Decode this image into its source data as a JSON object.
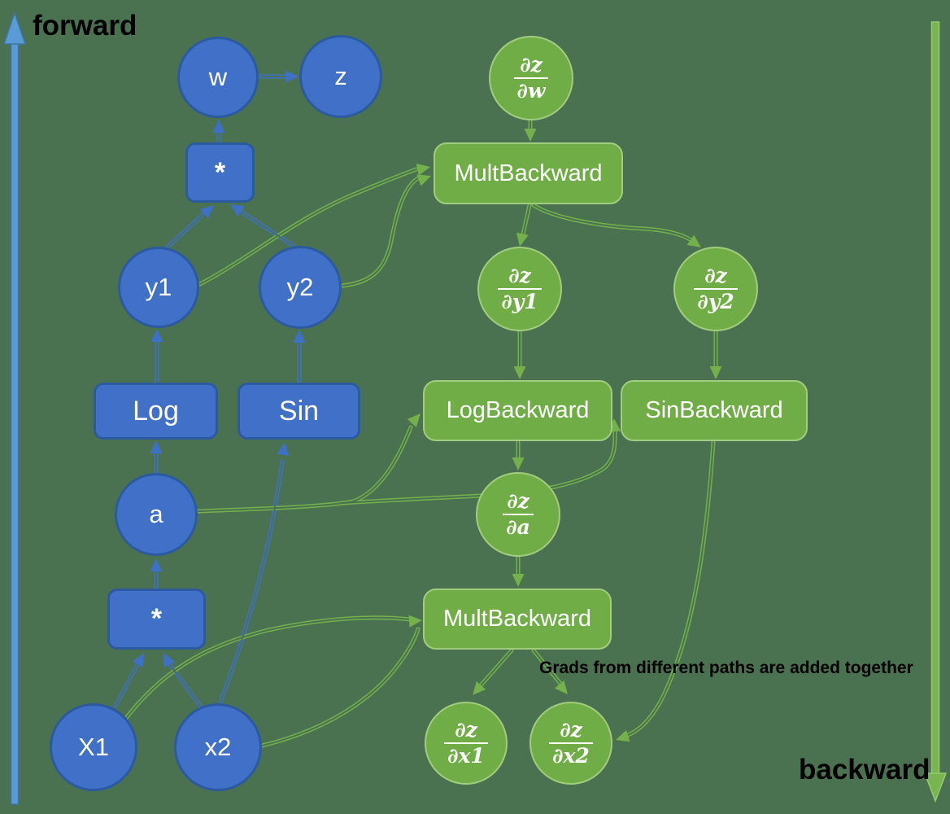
{
  "colors": {
    "background": "#4b7250",
    "blueFill": "#4070c8",
    "blueStroke": "#2c5aa0",
    "blueEdge": "#3e70c8",
    "greenFill": "#70ad47",
    "greenStroke": "#a0cd7e",
    "greenEdge": "#74b14c",
    "fwdArrow": "#5b9bd5",
    "fwdArrowStroke": "#3d74a8",
    "bwdArrow": "#78b44f",
    "bwdArrowStroke": "#95c973"
  },
  "labels": {
    "forward": "forward",
    "backward": "backward",
    "annotation": "Grads from different paths are added together"
  },
  "nodes": [
    {
      "id": "w",
      "shape": "circle",
      "color": "blue",
      "label": "w"
    },
    {
      "id": "z",
      "shape": "circle",
      "color": "blue",
      "label": "z"
    },
    {
      "id": "mult_top",
      "shape": "box",
      "color": "blue",
      "label": "*"
    },
    {
      "id": "y1",
      "shape": "circle",
      "color": "blue",
      "label": "y1"
    },
    {
      "id": "y2",
      "shape": "circle",
      "color": "blue",
      "label": "y2"
    },
    {
      "id": "log",
      "shape": "box",
      "color": "blue",
      "label": "Log"
    },
    {
      "id": "sin",
      "shape": "box",
      "color": "blue",
      "label": "Sin"
    },
    {
      "id": "a",
      "shape": "circle",
      "color": "blue",
      "label": "a"
    },
    {
      "id": "mult_bottom",
      "shape": "box",
      "color": "blue",
      "label": "*"
    },
    {
      "id": "X1",
      "shape": "circle",
      "color": "blue",
      "label": "X1"
    },
    {
      "id": "x2",
      "shape": "circle",
      "color": "blue",
      "label": "x2"
    },
    {
      "id": "dzdw",
      "shape": "circle",
      "color": "green",
      "frac": {
        "num": "∂z",
        "den": "∂w"
      }
    },
    {
      "id": "mb1",
      "shape": "box",
      "color": "green",
      "label": "MultBackward"
    },
    {
      "id": "dzdy1",
      "shape": "circle",
      "color": "green",
      "frac": {
        "num": "∂z",
        "den": "∂y1"
      }
    },
    {
      "id": "dzdy2",
      "shape": "circle",
      "color": "green",
      "frac": {
        "num": "∂z",
        "den": "∂y2"
      }
    },
    {
      "id": "logb",
      "shape": "box",
      "color": "green",
      "label": "LogBackward"
    },
    {
      "id": "sinb",
      "shape": "box",
      "color": "green",
      "label": "SinBackward"
    },
    {
      "id": "dzda",
      "shape": "circle",
      "color": "green",
      "frac": {
        "num": "∂z",
        "den": "∂a"
      }
    },
    {
      "id": "mb2",
      "shape": "box",
      "color": "green",
      "label": "MultBackward"
    },
    {
      "id": "dzdx1",
      "shape": "circle",
      "color": "green",
      "frac": {
        "num": "∂z",
        "den": "∂x1"
      }
    },
    {
      "id": "dzdx2",
      "shape": "circle",
      "color": "green",
      "frac": {
        "num": "∂z",
        "den": "∂x2"
      }
    }
  ]
}
